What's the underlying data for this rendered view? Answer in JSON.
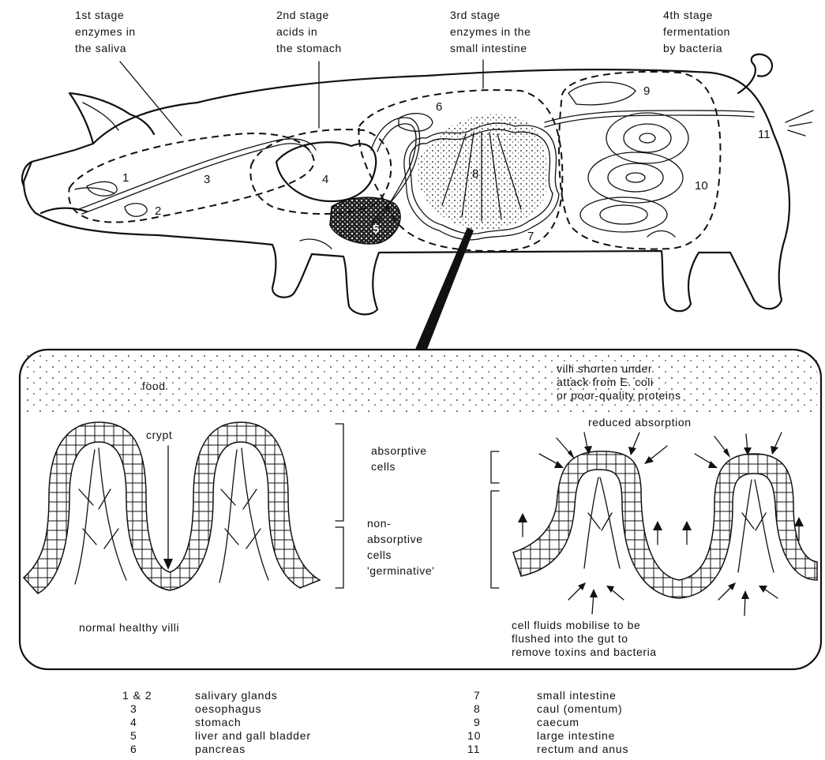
{
  "stages": {
    "s1": [
      "1st stage",
      "enzymes in",
      "the saliva"
    ],
    "s2": [
      "2nd stage",
      "acids in",
      "the stomach"
    ],
    "s3": [
      "3rd stage",
      "enzymes in the",
      "small intestine"
    ],
    "s4": [
      "4th stage",
      "fermentation",
      "by bacteria"
    ]
  },
  "organ_numbers": [
    "1",
    "2",
    "3",
    "4",
    "5",
    "6",
    "7",
    "8",
    "9",
    "10",
    "11"
  ],
  "inset": {
    "food": "food",
    "crypt": "crypt",
    "villi_attack": [
      "villi shorten under",
      "attack from E. coli",
      "or poor-quality proteins"
    ],
    "reduced_absorption": "reduced absorption",
    "absorptive": [
      "absorptive",
      "cells"
    ],
    "non_absorptive": [
      "non-",
      "absorptive",
      "cells",
      "'germinative'"
    ],
    "normal": "normal healthy villi",
    "fluids": [
      "cell fluids mobilise to be",
      "flushed into the gut to",
      "remove toxins and bacteria"
    ]
  },
  "legend": {
    "left": [
      {
        "num": "1 & 2",
        "label": "salivary glands"
      },
      {
        "num": "3",
        "label": "oesophagus"
      },
      {
        "num": "4",
        "label": "stomach"
      },
      {
        "num": "5",
        "label": "liver and gall bladder"
      },
      {
        "num": "6",
        "label": "pancreas"
      }
    ],
    "right": [
      {
        "num": "7",
        "label": "small intestine"
      },
      {
        "num": "8",
        "label": "caul (omentum)"
      },
      {
        "num": "9",
        "label": "caecum"
      },
      {
        "num": "10",
        "label": "large intestine"
      },
      {
        "num": "11",
        "label": "rectum and anus"
      }
    ]
  }
}
